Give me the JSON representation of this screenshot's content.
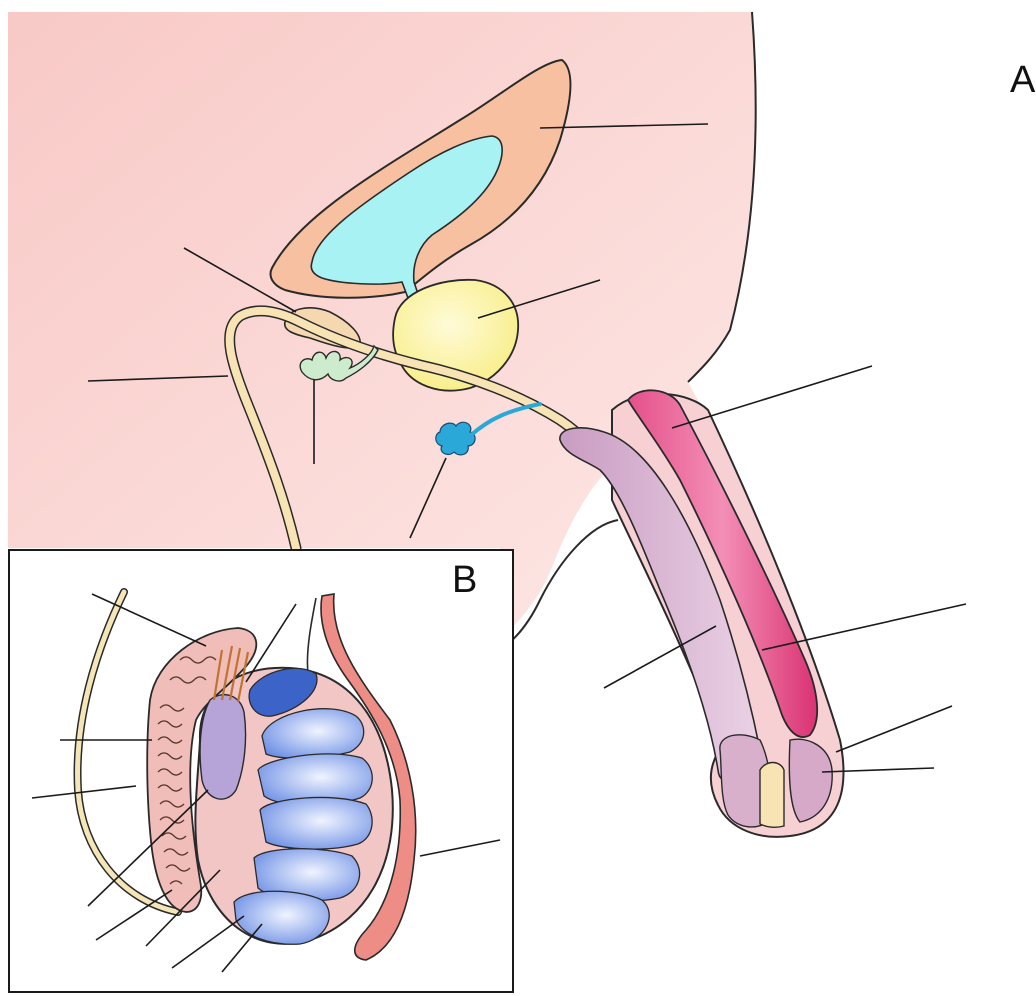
{
  "panels": [
    {
      "id": "A",
      "letter": "A"
    },
    {
      "id": "B",
      "letter": "B"
    }
  ],
  "colors": {
    "body_background": "#f9d9d6",
    "bladder_wall": "#f7c3a3",
    "bladder_lumen": "#aaf3f2",
    "prostate": "#fbf3a0",
    "seminal_vesicle": "#f6dcb8",
    "vas_deferens": "#f7e4b6",
    "bulbourethral_gland": "#cdf0d2",
    "cowper_duct": "#2aa8d8",
    "corpus_cavernosum": "#de3e78",
    "corpus_spongiosum": "#d8b3d0",
    "inset_background": "#ffffff",
    "testis_lobules": "#7d9ee8",
    "rete_testis": "#b7a4d9",
    "epididymis": "#f2c3be",
    "tunica": "#e25c57"
  },
  "labels": {
    "panel_a": [
      "",
      "",
      "",
      "",
      "",
      "",
      "",
      "",
      "",
      "",
      ""
    ],
    "panel_b": [
      "",
      "",
      "",
      "",
      "",
      "",
      "",
      "",
      "",
      "",
      ""
    ]
  }
}
